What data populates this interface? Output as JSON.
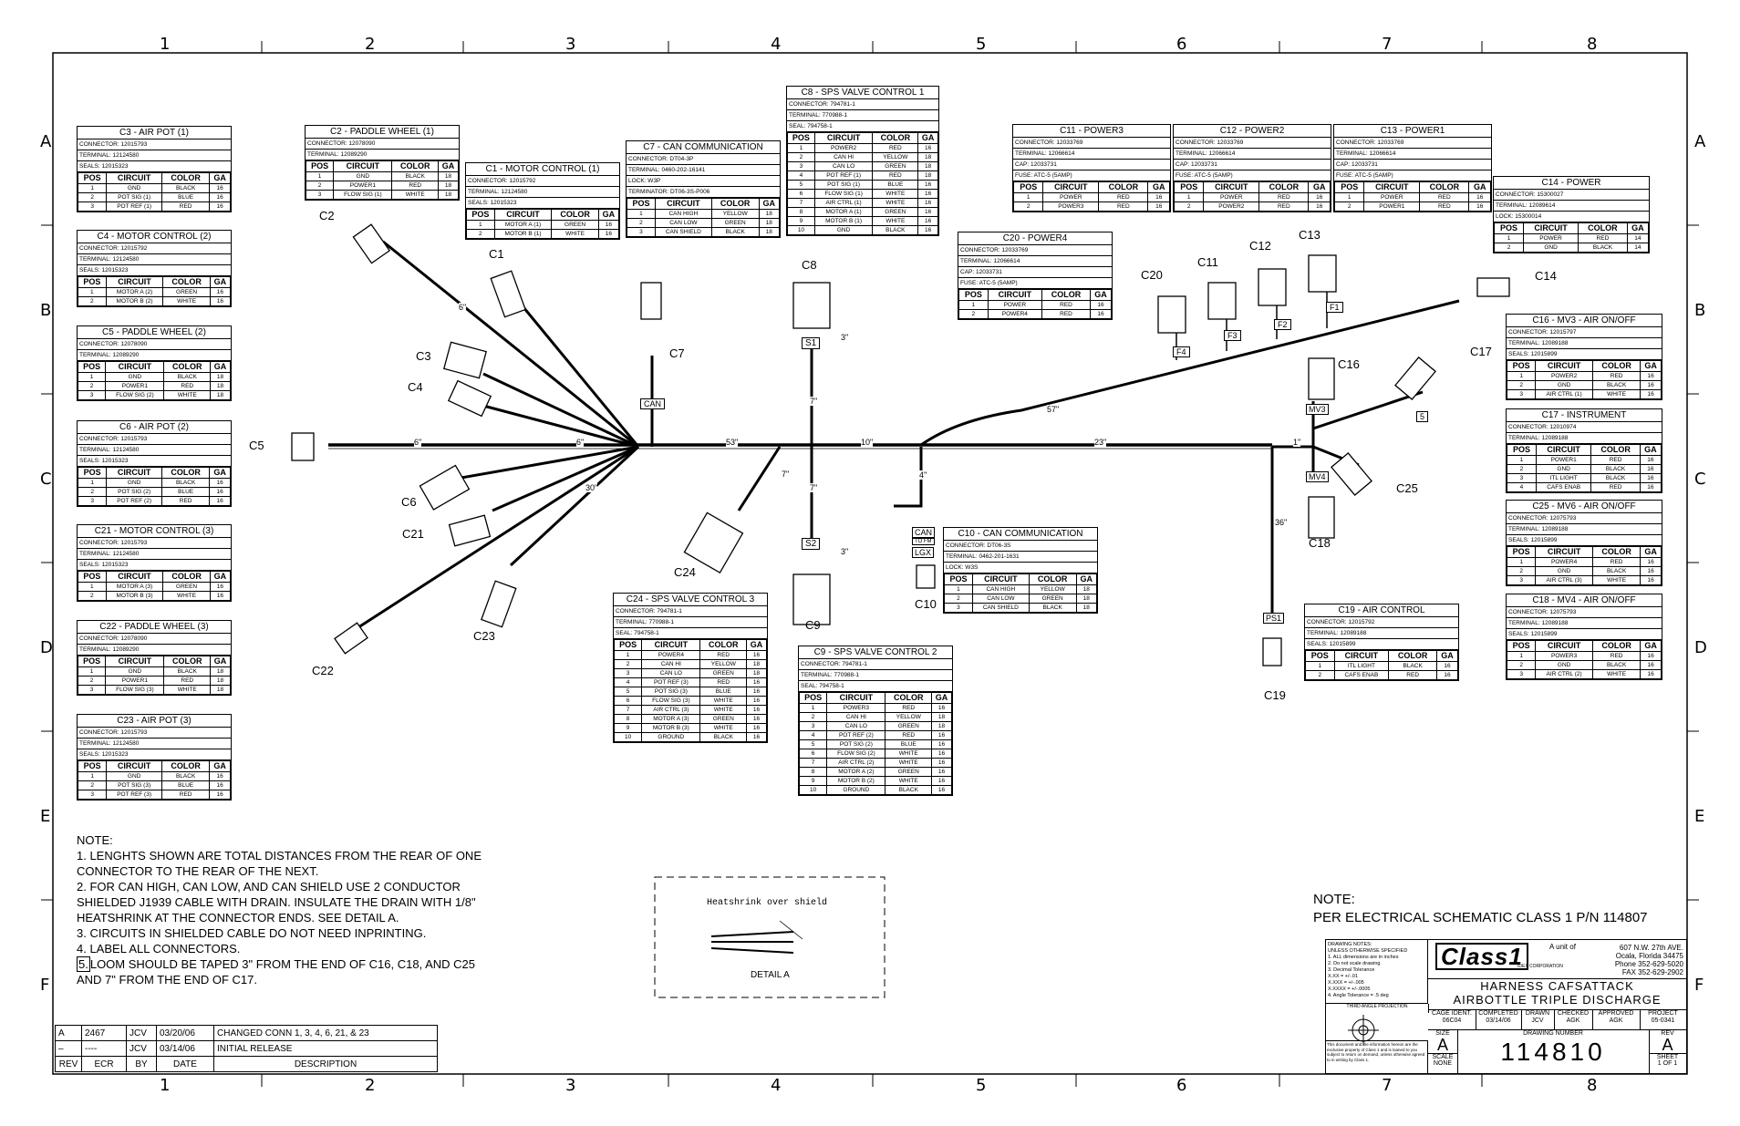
{
  "grid": {
    "columns": [
      "1",
      "2",
      "3",
      "4",
      "5",
      "6",
      "7",
      "8"
    ],
    "rows": [
      "A",
      "B",
      "C",
      "D",
      "E",
      "F"
    ]
  },
  "connector_tables": [
    {
      "id": "c3",
      "title": "C3 - AIR POT (1)",
      "meta": [
        "CONNECTOR: 12015793",
        "TERMINAL: 12124580",
        "SEALS: 12015323"
      ],
      "rows": [
        [
          "1",
          "GND",
          "BLACK",
          "16"
        ],
        [
          "2",
          "POT SIG (1)",
          "BLUE",
          "16"
        ],
        [
          "3",
          "POT REF (1)",
          "RED",
          "16"
        ]
      ]
    },
    {
      "id": "c4",
      "title": "C4 - MOTOR CONTROL (2)",
      "meta": [
        "CONNECTOR: 12015792",
        "TERMINAL: 12124580",
        "SEALS: 12015323"
      ],
      "rows": [
        [
          "1",
          "MOTOR A (2)",
          "GREEN",
          "16"
        ],
        [
          "2",
          "MOTOR B (2)",
          "WHITE",
          "16"
        ]
      ]
    },
    {
      "id": "c5",
      "title": "C5 - PADDLE WHEEL (2)",
      "meta": [
        "CONNECTOR: 12078090",
        "TERMINAL: 12089290"
      ],
      "rows": [
        [
          "1",
          "GND",
          "BLACK",
          "18"
        ],
        [
          "2",
          "POWER1",
          "RED",
          "18"
        ],
        [
          "3",
          "FLOW SIG (2)",
          "WHITE",
          "18"
        ]
      ]
    },
    {
      "id": "c6",
      "title": "C6 - AIR POT (2)",
      "meta": [
        "CONNECTOR: 12015793",
        "TERMINAL: 12124580",
        "SEALS: 12015323"
      ],
      "rows": [
        [
          "1",
          "GND",
          "BLACK",
          "16"
        ],
        [
          "2",
          "POT SIG (2)",
          "BLUE",
          "16"
        ],
        [
          "3",
          "POT REF (2)",
          "RED",
          "16"
        ]
      ]
    },
    {
      "id": "c21",
      "title": "C21 - MOTOR CONTROL (3)",
      "meta": [
        "CONNECTOR: 12015793",
        "TERMINAL: 12124580",
        "SEALS: 12015323"
      ],
      "rows": [
        [
          "1",
          "MOTOR A (3)",
          "GREEN",
          "16"
        ],
        [
          "2",
          "MOTOR B (3)",
          "WHITE",
          "16"
        ]
      ]
    },
    {
      "id": "c22",
      "title": "C22 - PADDLE WHEEL (3)",
      "meta": [
        "CONNECTOR: 12078090",
        "TERMINAL: 12089290"
      ],
      "rows": [
        [
          "1",
          "GND",
          "BLACK",
          "18"
        ],
        [
          "2",
          "POWER1",
          "RED",
          "18"
        ],
        [
          "3",
          "FLOW SIG (3)",
          "WHITE",
          "18"
        ]
      ]
    },
    {
      "id": "c23",
      "title": "C23 - AIR POT (3)",
      "meta": [
        "CONNECTOR: 12015793",
        "TERMINAL: 12124580",
        "SEALS: 12015323"
      ],
      "rows": [
        [
          "1",
          "GND",
          "BLACK",
          "16"
        ],
        [
          "2",
          "POT SIG (3)",
          "BLUE",
          "16"
        ],
        [
          "3",
          "POT REF (3)",
          "RED",
          "16"
        ]
      ]
    },
    {
      "id": "c2",
      "title": "C2 - PADDLE WHEEL (1)",
      "meta": [
        "CONNECTOR: 12078090",
        "TERMINAL: 12089290"
      ],
      "rows": [
        [
          "1",
          "GND",
          "BLACK",
          "18"
        ],
        [
          "2",
          "POWER1",
          "RED",
          "18"
        ],
        [
          "3",
          "FLOW SIG (1)",
          "WHITE",
          "18"
        ]
      ]
    },
    {
      "id": "c1",
      "title": "C1 - MOTOR CONTROL (1)",
      "meta": [
        "CONNECTOR: 12015792",
        "TERMINAL: 12124580",
        "SEALS: 12015323"
      ],
      "rows": [
        [
          "1",
          "MOTOR A (1)",
          "GREEN",
          "16"
        ],
        [
          "2",
          "MOTOR B (1)",
          "WHITE",
          "16"
        ]
      ]
    },
    {
      "id": "c7",
      "title": "C7 - CAN COMMUNICATION",
      "meta": [
        "CONNECTOR: DT04-3P",
        "TERMINAL: 0460-202-16141",
        "LOCK: W3P",
        "TERMINATOR: DT06-3S-P006"
      ],
      "rows": [
        [
          "1",
          "CAN HIGH",
          "YELLOW",
          "18"
        ],
        [
          "2",
          "CAN LOW",
          "GREEN",
          "18"
        ],
        [
          "3",
          "CAN SHIELD",
          "BLACK",
          "18"
        ]
      ]
    },
    {
      "id": "c8",
      "title": "C8 - SPS VALVE CONTROL 1",
      "meta": [
        "CONNECTOR: 794781-1",
        "TERMINAL: 770988-1",
        "SEAL: 794758-1"
      ],
      "rows": [
        [
          "1",
          "POWER2",
          "RED",
          "16"
        ],
        [
          "2",
          "CAN HI",
          "YELLOW",
          "18"
        ],
        [
          "3",
          "CAN LO",
          "GREEN",
          "18"
        ],
        [
          "4",
          "POT REF (1)",
          "RED",
          "18"
        ],
        [
          "5",
          "POT SIG (1)",
          "BLUE",
          "16"
        ],
        [
          "6",
          "FLOW SIG (1)",
          "WHITE",
          "16"
        ],
        [
          "7",
          "AIR CTRL (1)",
          "WHITE",
          "16"
        ],
        [
          "8",
          "MOTOR A (1)",
          "GREEN",
          "16"
        ],
        [
          "9",
          "MOTOR B (1)",
          "WHITE",
          "16"
        ],
        [
          "10",
          "GND",
          "BLACK",
          "16"
        ]
      ]
    },
    {
      "id": "c11",
      "title": "C11 - POWER3",
      "meta": [
        "CONNECTOR: 12033769",
        "TERMINAL: 12066614",
        "CAP: 12033731",
        "FUSE: ATC-5 (5AMP)"
      ],
      "rows": [
        [
          "1",
          "POWER",
          "RED",
          "16"
        ],
        [
          "2",
          "POWER3",
          "RED",
          "16"
        ]
      ]
    },
    {
      "id": "c12",
      "title": "C12 - POWER2",
      "meta": [
        "CONNECTOR: 12033769",
        "TERMINAL: 12066614",
        "CAP: 12033731",
        "FUSE: ATC-5 (5AMP)"
      ],
      "rows": [
        [
          "1",
          "POWER",
          "RED",
          "16"
        ],
        [
          "2",
          "POWER2",
          "RED",
          "16"
        ]
      ]
    },
    {
      "id": "c13",
      "title": "C13 - POWER1",
      "meta": [
        "CONNECTOR: 12033769",
        "TERMINAL: 12066614",
        "CAP: 12033731",
        "FUSE: ATC-5 (5AMP)"
      ],
      "rows": [
        [
          "1",
          "POWER",
          "RED",
          "16"
        ],
        [
          "2",
          "POWER1",
          "RED",
          "16"
        ]
      ]
    },
    {
      "id": "c14",
      "title": "C14 - POWER",
      "meta": [
        "CONNECTOR: 15300027",
        "TERMINAL: 12089614",
        "LOCK: 15300014"
      ],
      "rows": [
        [
          "1",
          "POWER",
          "RED",
          "14"
        ],
        [
          "2",
          "GND",
          "BLACK",
          "14"
        ]
      ]
    },
    {
      "id": "c20",
      "title": "C20 - POWER4",
      "meta": [
        "CONNECTOR: 12033769",
        "TERMINAL: 12066614",
        "CAP: 12033731",
        "FUSE: ATC-5 (5AMP)"
      ],
      "rows": [
        [
          "1",
          "POWER",
          "RED",
          "16"
        ],
        [
          "2",
          "POWER4",
          "RED",
          "16"
        ]
      ]
    },
    {
      "id": "c16",
      "title": "C16 - MV3 - AIR ON/OFF",
      "meta": [
        "CONNECTOR: 12015797",
        "TERMINAL: 12089188",
        "SEALS: 12015899"
      ],
      "rows": [
        [
          "1",
          "POWER2",
          "RED",
          "16"
        ],
        [
          "2",
          "GND",
          "BLACK",
          "16"
        ],
        [
          "3",
          "AIR CTRL (1)",
          "WHITE",
          "16"
        ]
      ]
    },
    {
      "id": "c17",
      "title": "C17 - INSTRUMENT",
      "meta": [
        "CONNECTOR: 12010974",
        "TERMINAL: 12089188"
      ],
      "rows": [
        [
          "1",
          "POWER1",
          "RED",
          "16"
        ],
        [
          "2",
          "GND",
          "BLACK",
          "16"
        ],
        [
          "3",
          "ITL LIGHT",
          "BLACK",
          "16"
        ],
        [
          "4",
          "CAFS ENAB",
          "RED",
          "16"
        ]
      ]
    },
    {
      "id": "c25",
      "title": "C25 - MV6 - AIR ON/OFF",
      "meta": [
        "CONNECTOR: 12075793",
        "TERMINAL: 12089188",
        "SEALS: 12015899"
      ],
      "rows": [
        [
          "1",
          "POWER4",
          "RED",
          "16"
        ],
        [
          "2",
          "GND",
          "BLACK",
          "16"
        ],
        [
          "3",
          "AIR CTRL (3)",
          "WHITE",
          "16"
        ]
      ]
    },
    {
      "id": "c18",
      "title": "C18 - MV4 - AIR ON/OFF",
      "meta": [
        "CONNECTOR: 12075793",
        "TERMINAL: 12089188",
        "SEALS: 12015899"
      ],
      "rows": [
        [
          "1",
          "POWER3",
          "RED",
          "16"
        ],
        [
          "2",
          "GND",
          "BLACK",
          "16"
        ],
        [
          "3",
          "AIR CTRL (2)",
          "WHITE",
          "16"
        ]
      ]
    },
    {
      "id": "c10",
      "title": "C10 - CAN COMMUNICATION",
      "meta": [
        "CONNECTOR: DT06-3S",
        "TERMINAL: 0462-201-1631",
        "LOCK: W3S"
      ],
      "rows": [
        [
          "1",
          "CAN HIGH",
          "YELLOW",
          "18"
        ],
        [
          "2",
          "CAN LOW",
          "GREEN",
          "18"
        ],
        [
          "3",
          "CAN SHIELD",
          "BLACK",
          "18"
        ]
      ]
    },
    {
      "id": "c19",
      "title": "C19 - AIR CONTROL",
      "meta": [
        "CONNECTOR: 12015792",
        "TERMINAL: 12089188",
        "SEALS: 12015899"
      ],
      "rows": [
        [
          "1",
          "ITL LIGHT",
          "BLACK",
          "16"
        ],
        [
          "2",
          "CAFS ENAB",
          "RED",
          "16"
        ]
      ]
    },
    {
      "id": "c24",
      "title": "C24 - SPS VALVE CONTROL 3",
      "meta": [
        "CONNECTOR: 794781-1",
        "TERMINAL: 770988-1",
        "SEAL: 794758-1"
      ],
      "rows": [
        [
          "1",
          "POWER4",
          "RED",
          "16"
        ],
        [
          "2",
          "CAN HI",
          "YELLOW",
          "18"
        ],
        [
          "3",
          "CAN LO",
          "GREEN",
          "18"
        ],
        [
          "4",
          "POT REF (3)",
          "RED",
          "16"
        ],
        [
          "5",
          "POT SIG (3)",
          "BLUE",
          "16"
        ],
        [
          "6",
          "FLOW SIG (3)",
          "WHITE",
          "16"
        ],
        [
          "7",
          "AIR CTRL (3)",
          "WHITE",
          "16"
        ],
        [
          "8",
          "MOTOR A (3)",
          "GREEN",
          "16"
        ],
        [
          "9",
          "MOTOR B (3)",
          "WHITE",
          "16"
        ],
        [
          "10",
          "GROUND",
          "BLACK",
          "16"
        ]
      ]
    },
    {
      "id": "c9",
      "title": "C9 - SPS VALVE CONTROL 2",
      "meta": [
        "CONNECTOR: 794781-1",
        "TERMINAL: 770988-1",
        "SEAL: 794758-1"
      ],
      "rows": [
        [
          "1",
          "POWER3",
          "RED",
          "16"
        ],
        [
          "2",
          "CAN HI",
          "YELLOW",
          "18"
        ],
        [
          "3",
          "CAN LO",
          "GREEN",
          "18"
        ],
        [
          "4",
          "POT REF (2)",
          "RED",
          "16"
        ],
        [
          "5",
          "POT SIG (2)",
          "BLUE",
          "16"
        ],
        [
          "6",
          "FLOW SIG (2)",
          "WHITE",
          "16"
        ],
        [
          "7",
          "AIR CTRL (2)",
          "WHITE",
          "16"
        ],
        [
          "8",
          "MOTOR A (2)",
          "GREEN",
          "16"
        ],
        [
          "9",
          "MOTOR B (2)",
          "WHITE",
          "16"
        ],
        [
          "10",
          "GROUND",
          "BLACK",
          "16"
        ]
      ]
    }
  ],
  "table_headers": [
    "POS",
    "CIRCUIT",
    "COLOR",
    "GA"
  ],
  "connector_labels": {
    "c1": "C1",
    "c2": "C2",
    "c3": "C3",
    "c4": "C4",
    "c5": "C5",
    "c6": "C6",
    "c7": "C7",
    "c8": "C8",
    "c9": "C9",
    "c10": "C10",
    "c11": "C11",
    "c12": "C12",
    "c13": "C13",
    "c14": "C14",
    "c16": "C16",
    "c17": "C17",
    "c18": "C18",
    "c19": "C19",
    "c20": "C20",
    "c21": "C21",
    "c22": "C22",
    "c23": "C23",
    "c24": "C24",
    "c25": "C25"
  },
  "tags": {
    "s1": "S1",
    "s2": "S2",
    "can": "CAN",
    "can2": "CAN",
    "canto": "TO FM",
    "lgx": "LGX",
    "mv3": "MV3",
    "mv4": "MV4",
    "ps1": "PS1",
    "f1": "F1",
    "f2": "F2",
    "f3": "F3",
    "f4": "F4",
    "five": "5"
  },
  "dims": {
    "d53": "53\"",
    "d10": "10\"",
    "d23": "23\"",
    "d57": "57\"",
    "d36": "36\"",
    "d30": "30\"",
    "d6a": "6\"",
    "d6b": "6\"",
    "d6c": "6\"",
    "d7a": "7\"",
    "d7b": "7\"",
    "d7c": "7\"",
    "d3a": "3\"",
    "d3b": "3\"",
    "d4a": "4\"",
    "d1": "1\""
  },
  "notes": {
    "heading": "NOTE:",
    "lines": [
      "1. LENGHTS SHOWN ARE TOTAL DISTANCES FROM THE REAR OF ONE",
      "CONNECTOR TO THE REAR OF THE NEXT.",
      "2. FOR CAN HIGH, CAN LOW, AND CAN SHIELD USE 2 CONDUCTOR",
      "SHIELDED J1939 CABLE WITH DRAIN.  INSULATE THE DRAIN WITH 1/8\"",
      "HEATSHRINK AT THE CONNECTOR ENDS.  SEE DETAIL A.",
      "3. CIRCUITS IN SHIELDED CABLE DO NOT NEED INPRINTING.",
      "4. LABEL ALL CONNECTORS."
    ],
    "boxed_num": "5.",
    "line5": "LOOM SHOULD BE TAPED 3\" FROM THE END OF C16, C18, AND C25",
    "line6": "AND 7\" FROM THE END OF C17."
  },
  "detail": {
    "caption": "Heatshrink over shield",
    "label": "DETAIL A"
  },
  "note2": {
    "heading": "NOTE:",
    "text": "PER ELECTRICAL SCHEMATIC CLASS 1 P/N 114807"
  },
  "revisions": {
    "rows": [
      [
        "A",
        "2467",
        "JCV",
        "03/20/06",
        "CHANGED CONN 1, 3, 4, 6, 21, & 23"
      ],
      [
        "–",
        "----",
        "JCV",
        "03/14/06",
        "INITIAL RELEASE"
      ]
    ],
    "header": [
      "REV",
      "ECR",
      "BY",
      "DATE",
      "DESCRIPTION"
    ]
  },
  "title_block": {
    "drawing_notes": [
      "DRAWING NOTES:",
      "UNLESS OTHERWISE SPECIFIED",
      "1. ALL dimensions are in inches",
      "2. Do not scale drawing",
      "3. Decimal Tolerance",
      "X.XX = +/-.01",
      "X.XXX = +/-.005",
      "X.XXXX = +/-.0005",
      "4. Angle Tolerance = .5 deg"
    ],
    "projection": "THIRD ANGLE PROJECTION",
    "confidential": "This document and the information hereon are the exclusive property of Class 1 and is loaned to you subject to return on demand, unless otherwise agreed to in writing by Class 1.",
    "logo": "Class1",
    "logo_sub": "IDEX CORPORATION",
    "unit_of": "A unit of",
    "address": [
      "607 N.W. 27th AVE.",
      "Ocala, Florida 34475",
      "Phone 352-629-5020",
      "FAX   352-629-2902"
    ],
    "title1": "HARNESS CAFSATTACK",
    "title2": "AIRBOTTLE TRIPLE DISCHARGE",
    "cage_label": "CAGE IDENT.",
    "cage": "06C04",
    "completed_label": "COMPLETED",
    "completed": "03/14/06",
    "drawn_label": "DRAWN",
    "drawn": "JCV",
    "checked_label": "CHECKED",
    "checked": "AGK",
    "approved_label": "APPROVED",
    "approved": "AGK",
    "project_label": "PROJECT",
    "project": "05-0341",
    "size_label": "SIZE",
    "size": "A",
    "dwg_label": "DRAWING NUMBER",
    "dwg": "114810",
    "rev_label": "REV",
    "rev": "A",
    "scale_label": "SCALE",
    "scale": "NONE",
    "sheet_label": "SHEET",
    "sheet": "1 OF 1"
  }
}
